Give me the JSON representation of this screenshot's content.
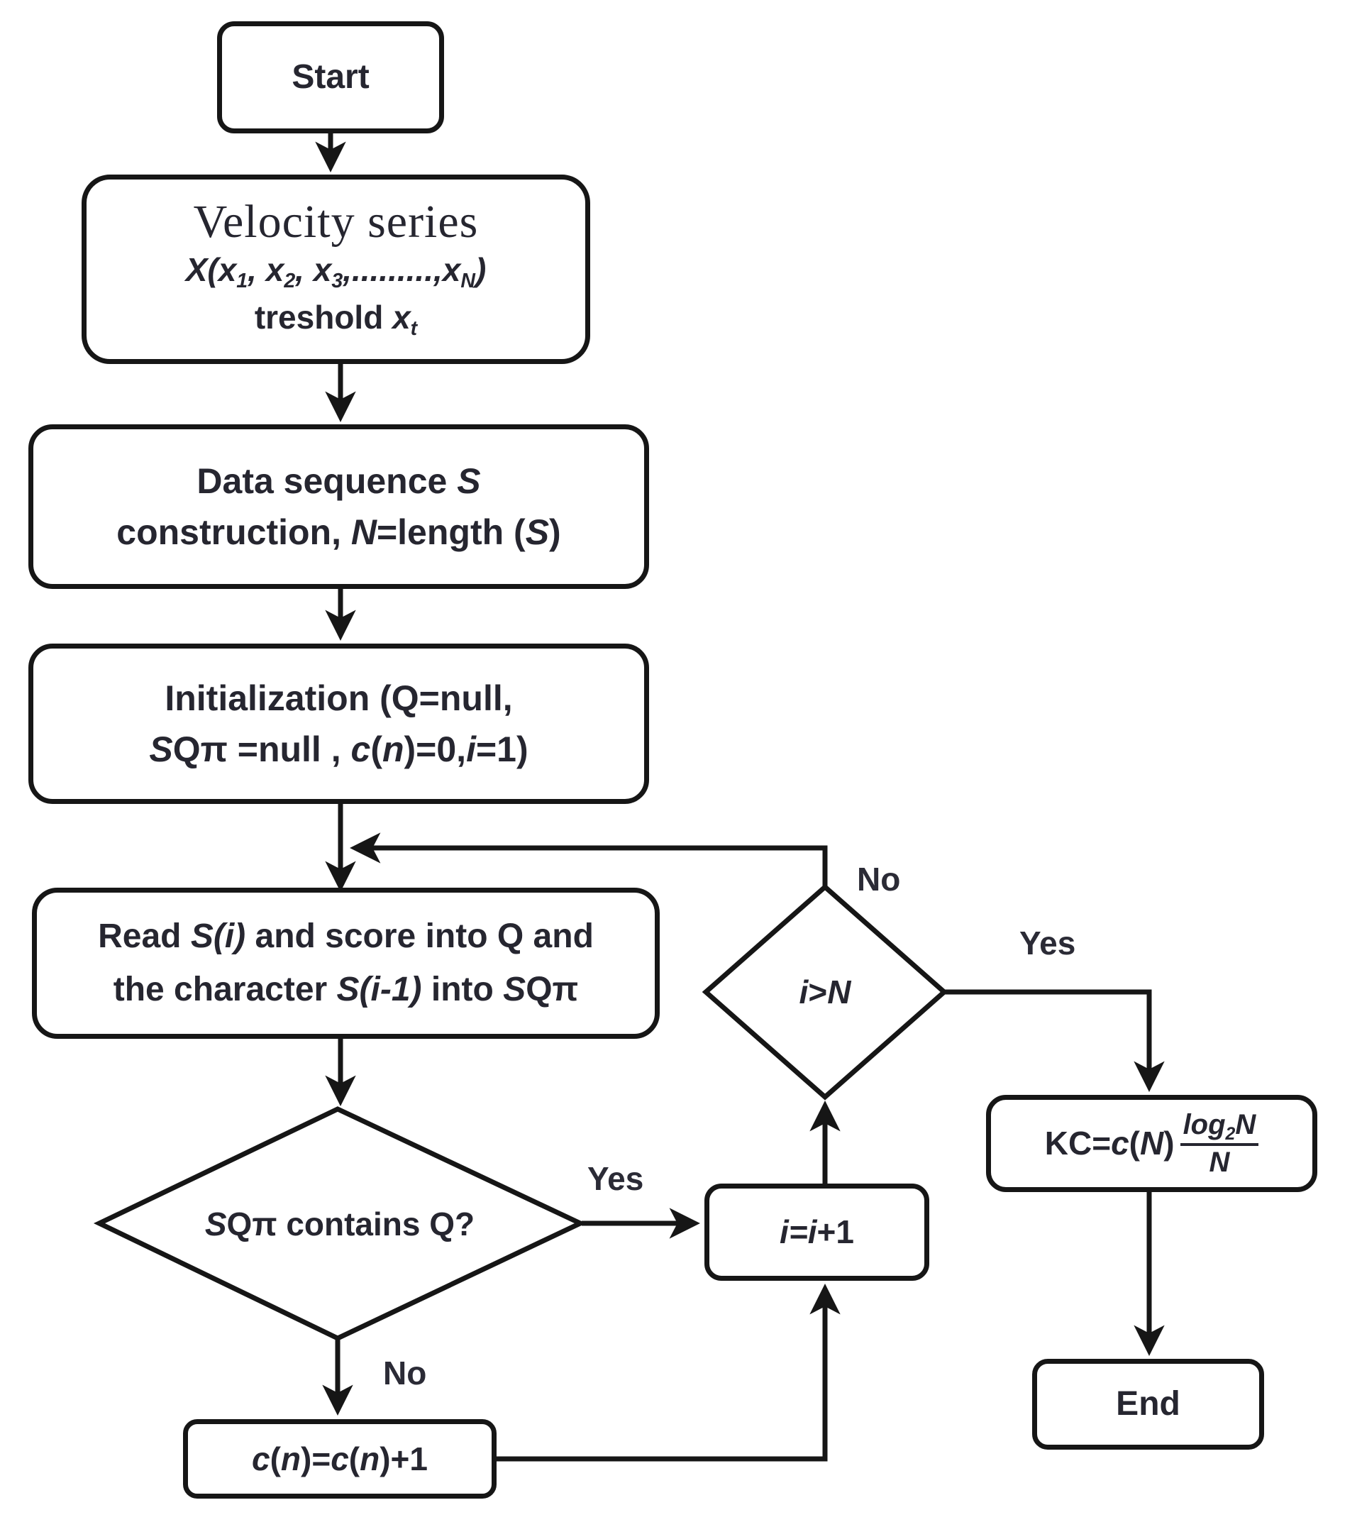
{
  "colors": {
    "line": "#161616",
    "text": "#262630",
    "background": "#ffffff"
  },
  "nodes": {
    "start": {
      "label": "Start"
    },
    "velocity": {
      "title": "Velocity series",
      "series_parts": [
        {
          "t": "X(x",
          "i": 1
        },
        {
          "t": "1",
          "i": 1,
          "sub": 1
        },
        {
          "t": ", x",
          "i": 1
        },
        {
          "t": "2",
          "i": 1,
          "sub": 1
        },
        {
          "t": ", x",
          "i": 1
        },
        {
          "t": "3",
          "i": 1,
          "sub": 1
        },
        {
          "t": ",.........,x",
          "i": 1
        },
        {
          "t": "N",
          "i": 1,
          "sub": 1
        },
        {
          "t": ")",
          "i": 1
        }
      ],
      "threshold_parts": [
        {
          "t": "treshold "
        },
        {
          "t": "x",
          "i": 1
        },
        {
          "t": "t",
          "i": 1,
          "sub": 1
        }
      ]
    },
    "data_sequence": {
      "line1_parts": [
        {
          "t": "Data sequence "
        },
        {
          "t": "S",
          "i": 1
        }
      ],
      "line2_parts": [
        {
          "t": "construction, "
        },
        {
          "t": "N",
          "i": 1
        },
        {
          "t": "=length ("
        },
        {
          "t": "S",
          "i": 1
        },
        {
          "t": ")"
        }
      ]
    },
    "initialization": {
      "line1_parts": [
        {
          "t": "Initialization (Q=null,"
        }
      ],
      "line2_parts": [
        {
          "t": "S",
          "i": 1
        },
        {
          "t": "Qπ =null , "
        },
        {
          "t": "c",
          "i": 1
        },
        {
          "t": "("
        },
        {
          "t": "n",
          "i": 1
        },
        {
          "t": ")=0,",
          "i": 0
        },
        {
          "t": "i",
          "i": 1
        },
        {
          "t": "=1)"
        }
      ]
    },
    "read": {
      "line1_parts": [
        {
          "t": "Read "
        },
        {
          "t": "S(i)",
          "i": 1
        },
        {
          "t": " and score into Q and"
        }
      ],
      "line2_parts": [
        {
          "t": "the character "
        },
        {
          "t": "S(i-1)",
          "i": 1
        },
        {
          "t": " into "
        },
        {
          "t": "S",
          "i": 1
        },
        {
          "t": "Qπ"
        }
      ]
    },
    "decision_sqpi": {
      "label_parts": [
        {
          "t": "S",
          "i": 1
        },
        {
          "t": "Qπ contains  Q?"
        }
      ]
    },
    "increment": {
      "label_parts": [
        {
          "t": "i=i",
          "i": 1
        },
        {
          "t": "+1"
        }
      ]
    },
    "counter": {
      "label_parts": [
        {
          "t": "c",
          "i": 1
        },
        {
          "t": "("
        },
        {
          "t": "n",
          "i": 1
        },
        {
          "t": ")="
        },
        {
          "t": "c",
          "i": 1
        },
        {
          "t": "("
        },
        {
          "t": "n",
          "i": 1
        },
        {
          "t": ")+1"
        }
      ]
    },
    "decision_in": {
      "label_parts": [
        {
          "t": "i",
          "i": 1
        },
        {
          "t": ">"
        },
        {
          "t": "N",
          "i": 1
        }
      ]
    },
    "kc": {
      "prefix_parts": [
        {
          "t": "KC="
        },
        {
          "t": "c",
          "i": 1
        },
        {
          "t": "("
        },
        {
          "t": "N",
          "i": 1
        },
        {
          "t": ")"
        }
      ],
      "numerator_parts": [
        {
          "t": "log",
          "i": 1
        },
        {
          "t": "2",
          "i": 1,
          "sub": 1
        },
        {
          "t": "N",
          "i": 1
        }
      ],
      "denominator_parts": [
        {
          "t": "N",
          "i": 1
        }
      ]
    },
    "end": {
      "label": "End"
    }
  },
  "edge_labels": {
    "sqpi_yes": "Yes",
    "sqpi_no": "No",
    "in_no": "No",
    "in_yes": "Yes"
  }
}
